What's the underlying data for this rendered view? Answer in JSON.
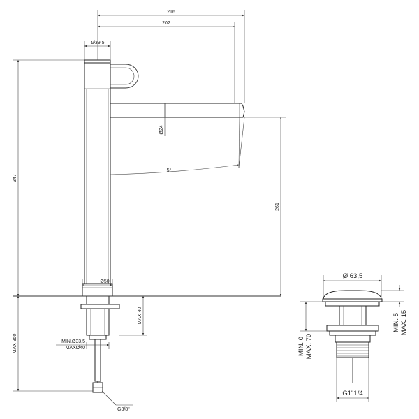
{
  "faucet": {
    "dimensions": {
      "width_overall": "216",
      "spout_reach": "202",
      "body_diameter": "Ø39,5",
      "spout_diameter": "Ø24",
      "spout_angle": "5°",
      "height_overall": "347",
      "spout_height": "261",
      "base_diameter": "Ø50",
      "deck_max": "MAX 40",
      "hole_min": "MIN.Ø33,5",
      "hole_max": "MAXØ40",
      "max_350": "MAX 350",
      "connection": "G3/8\""
    }
  },
  "drain": {
    "dimensions": {
      "cap_diameter": "Ø 63,5",
      "min_0": "MIN. 0",
      "max_70": "MAX. 70",
      "min_5": "MIN. 5",
      "max_15": "MAX. 15",
      "thread": "G1\"1/4"
    }
  }
}
